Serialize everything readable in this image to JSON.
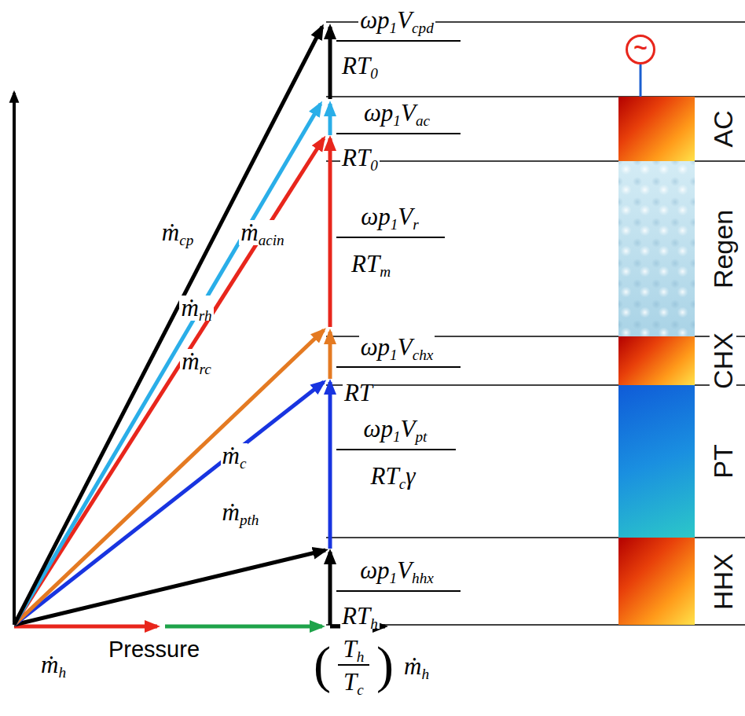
{
  "diagram": {
    "nodes": [
      {
        "text": [
          "~"
        ]
      },
      {
        "text": [
          "AC"
        ]
      },
      {
        "text": [
          "Regen"
        ]
      },
      {
        "text": [
          "CHX"
        ]
      },
      {
        "text": [
          "PT"
        ]
      },
      {
        "text": [
          "HHX"
        ]
      }
    ],
    "edges": [
      {
        "from": 0,
        "to": 1,
        "arrow": "none"
      }
    ],
    "labels": [
      "ωp1Vcpd",
      "RT0",
      "ωp1Vac",
      "RT0",
      "ωp1Vr",
      "RTm",
      "ωp1Vchx",
      "RT",
      "ωp1Vpt",
      "RTcγ",
      "ωp1Vhhx",
      "RTh",
      "ṁcp",
      "ṁacin",
      "ṁrh",
      "ṁrc",
      "ṁc",
      "ṁpth",
      "ṁh",
      "Pressure",
      "(",
      "Th",
      "Tc",
      ")",
      "ṁh"
    ]
  }
}
